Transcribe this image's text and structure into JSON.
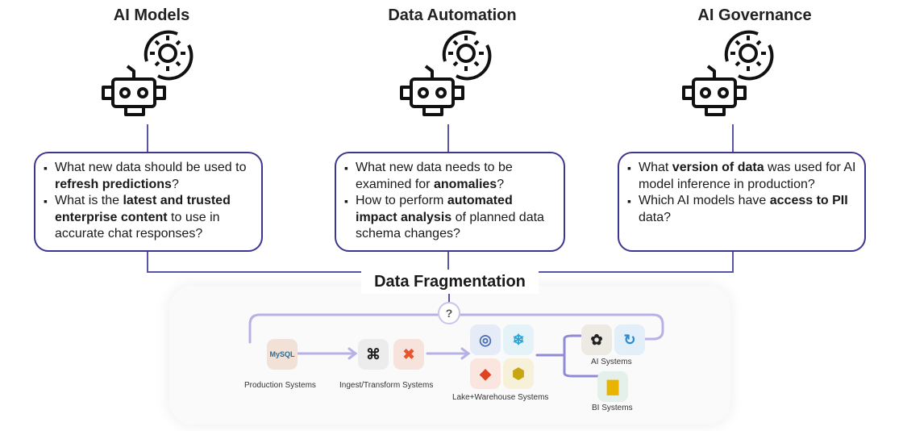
{
  "columns": [
    {
      "title": "AI  Models",
      "bullets": [
        {
          "parts": [
            {
              "t": "What new data should be used to ",
              "b": false
            },
            {
              "t": "refresh predictions",
              "b": true
            },
            {
              "t": "?",
              "b": false
            }
          ]
        },
        {
          "parts": [
            {
              "t": "What is the ",
              "b": false
            },
            {
              "t": "latest and trusted enterprise content",
              "b": true
            },
            {
              "t": " to use in accurate chat responses?",
              "b": false
            }
          ]
        }
      ]
    },
    {
      "title": "Data Automation",
      "bullets": [
        {
          "parts": [
            {
              "t": "What new data needs to be examined for ",
              "b": false
            },
            {
              "t": "anomalies",
              "b": true
            },
            {
              "t": "?",
              "b": false
            }
          ]
        },
        {
          "parts": [
            {
              "t": "How to perform ",
              "b": false
            },
            {
              "t": "automated impact analysis",
              "b": true
            },
            {
              "t": " of planned data schema changes?",
              "b": false
            }
          ]
        }
      ]
    },
    {
      "title": "AI Governance",
      "bullets": [
        {
          "parts": [
            {
              "t": "What ",
              "b": false
            },
            {
              "t": "version of data",
              "b": true
            },
            {
              "t": " was used for AI model inference in production?",
              "b": false
            }
          ]
        },
        {
          "parts": [
            {
              "t": "Which AI models have ",
              "b": false
            },
            {
              "t": "access to PII",
              "b": true
            },
            {
              "t": " data?",
              "b": false
            }
          ]
        }
      ]
    }
  ],
  "fragmentation_title": "Data Fragmentation",
  "question_mark": "?",
  "systems": {
    "production": "Production Systems",
    "ingest": "Ingest/Transform Systems",
    "lake": "Lake+Warehouse Systems",
    "ai": "AI Systems",
    "bi": "BI Systems"
  },
  "icons": {
    "robot": "robot-gear-icon",
    "mysql": "mysql-icon",
    "kafka": "kafka-icon",
    "airbyte": "transform-icon",
    "warehouse1": "query-icon",
    "snowflake": "snowflake-icon",
    "databricks": "databricks-icon",
    "hive": "hive-icon",
    "openai": "openai-icon",
    "ai2": "refresh-ai-icon",
    "bi": "bi-chart-icon"
  },
  "colors": {
    "accent": "#3d3690",
    "connector": "#5b55a8",
    "flow": "#b7b2e6"
  }
}
